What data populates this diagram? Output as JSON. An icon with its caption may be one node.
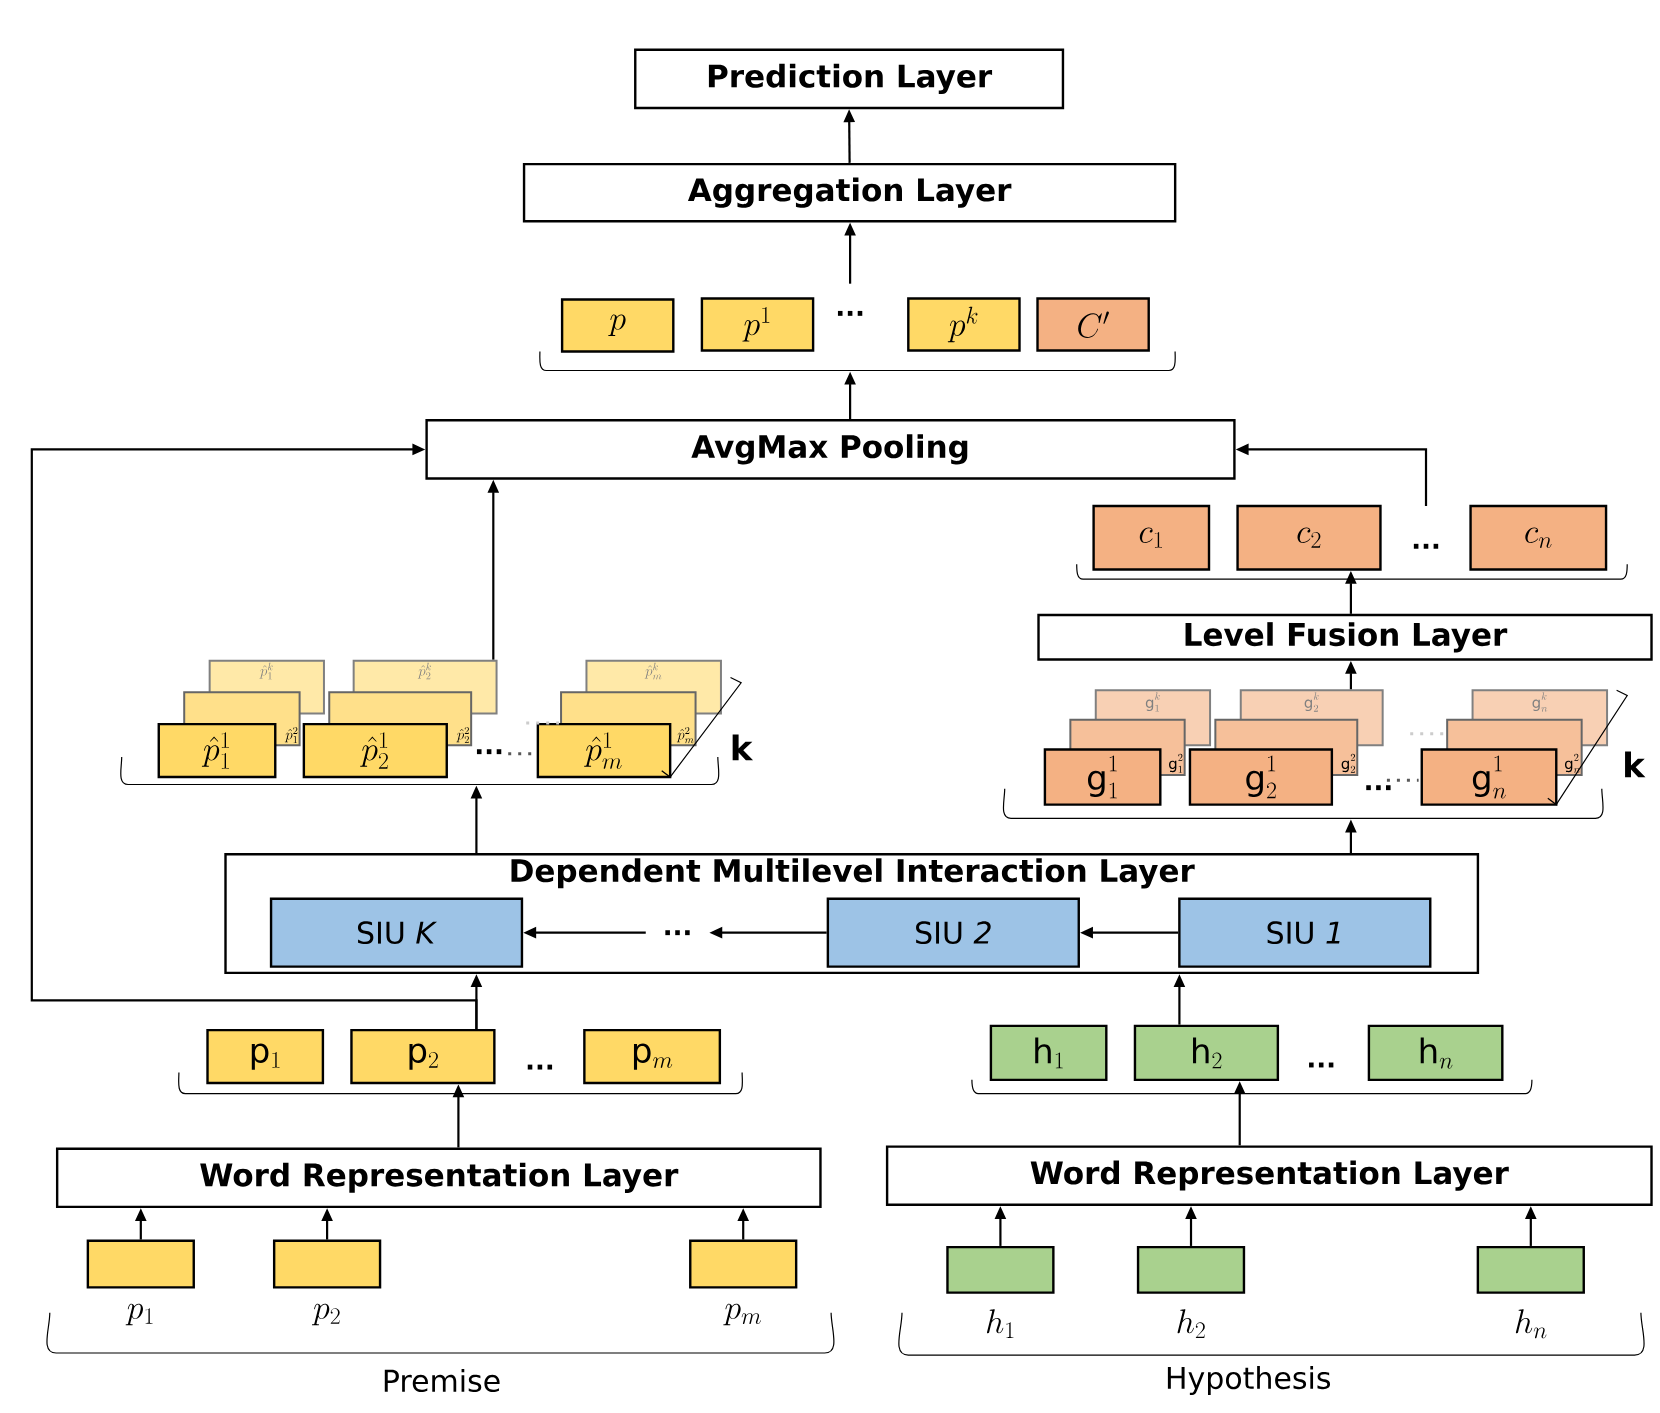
{
  "diagram": {
    "nodes": [
      {
        "text": [
          "Prediction Layer"
        ]
      },
      {
        "text": [
          "Aggregation Layer"
        ]
      },
      {
        "text": [
          "p"
        ]
      },
      {
        "text": [
          "p^{1}"
        ]
      },
      {
        "text": [
          "p^{k}"
        ]
      },
      {
        "text": [
          "C'"
        ]
      },
      {
        "text": [
          "AvgMax Pooling"
        ]
      },
      {
        "text": [
          "c_{1}"
        ]
      },
      {
        "text": [
          "c_{2}"
        ]
      },
      {
        "text": [
          "c_{n}"
        ]
      },
      {
        "text": [
          "Level Fusion Layer"
        ]
      },
      {
        "text": [
          "\\hat{p}_{1}^{1}"
        ]
      },
      {
        "text": [
          "\\hat{p}_{1}^{2}"
        ]
      },
      {
        "text": [
          "\\hat{p}_{1}^{k}"
        ]
      },
      {
        "text": [
          "\\hat{p}_{2}^{1}"
        ]
      },
      {
        "text": [
          "\\hat{p}_{2}^{2}"
        ]
      },
      {
        "text": [
          "\\hat{p}_{2}^{k}"
        ]
      },
      {
        "text": [
          "\\hat{p}_{m}^{1}"
        ]
      },
      {
        "text": [
          "\\hat{p}_{m}^{2}"
        ]
      },
      {
        "text": [
          "\\hat{p}_{m}^{k}"
        ]
      },
      {
        "text": [
          "\\mathrm{g}_{1}^{1}"
        ]
      },
      {
        "text": [
          "\\mathrm{g}_{1}^{2}"
        ]
      },
      {
        "text": [
          "\\mathrm{g}_{1}^{k}"
        ]
      },
      {
        "text": [
          "\\mathrm{g}_{2}^{1}"
        ]
      },
      {
        "text": [
          "\\mathrm{g}_{2}^{2}"
        ]
      },
      {
        "text": [
          "\\mathrm{g}_{2}^{k}"
        ]
      },
      {
        "text": [
          "\\mathrm{g}_{n}^{1}"
        ]
      },
      {
        "text": [
          "\\mathrm{g}_{n}^{2}"
        ]
      },
      {
        "text": [
          "\\mathrm{g}_{n}^{k}"
        ]
      },
      {
        "text": [
          "Dependent Multilevel Interaction Layer"
        ]
      },
      {
        "text": [
          "SIU *K*"
        ],
        "in": 29
      },
      {
        "text": [
          "..."
        ],
        "in": 29
      },
      {
        "text": [
          "SIU *2*"
        ],
        "in": 29
      },
      {
        "text": [
          "SIU *1*"
        ],
        "in": 29
      },
      {
        "text": [
          "\\mathrm{p}_{1}"
        ]
      },
      {
        "text": [
          "\\mathrm{p}_{2}"
        ]
      },
      {
        "text": [
          "\\mathrm{p}_{m}"
        ]
      },
      {
        "text": [
          "\\mathrm{h}_{1}"
        ]
      },
      {
        "text": [
          "\\mathrm{h}_{2}"
        ]
      },
      {
        "text": [
          "\\mathrm{h}_{n}"
        ]
      },
      {
        "text": [
          "Word Representation Layer"
        ]
      },
      {
        "text": [
          "Word Representation Layer"
        ]
      },
      {
        "text": [],
        "shape": "box",
        "beside": [
          "p_{1}"
        ]
      },
      {
        "text": [],
        "shape": "box",
        "beside": [
          "p_{2}"
        ]
      },
      {
        "text": [],
        "shape": "box",
        "beside": [
          "p_{m}"
        ]
      },
      {
        "text": [],
        "shape": "box",
        "beside": [
          "h_{1}"
        ]
      },
      {
        "text": [],
        "shape": "box",
        "beside": [
          "h_{2}"
        ]
      },
      {
        "text": [],
        "shape": "box",
        "beside": [
          "h_{n}"
        ]
      }
    ],
    "edges": [
      {
        "from": 1,
        "to": 0,
        "arrow": "to"
      },
      {
        "from": null,
        "to": 1,
        "arrow": "to"
      },
      {
        "from": 6,
        "to": null,
        "arrow": "to"
      },
      {
        "from": 16,
        "to": 6,
        "arrow": "to"
      },
      {
        "from": 35,
        "to": 6,
        "arrow": "to"
      },
      {
        "from": null,
        "to": 6,
        "arrow": "to"
      },
      {
        "from": 29,
        "to": null,
        "arrow": "to"
      },
      {
        "from": 29,
        "to": null,
        "arrow": "to"
      },
      {
        "from": 25,
        "to": 10,
        "arrow": "to"
      },
      {
        "from": 10,
        "to": 8,
        "arrow": "to"
      },
      {
        "from": 33,
        "to": 32,
        "arrow": "to"
      },
      {
        "from": 32,
        "to": 31,
        "arrow": "to"
      },
      {
        "from": 31,
        "to": 30,
        "arrow": "to"
      },
      {
        "from": 35,
        "to": 29,
        "arrow": "to"
      },
      {
        "from": 38,
        "to": 29,
        "arrow": "to"
      },
      {
        "from": 40,
        "to": 35,
        "arrow": "to"
      },
      {
        "from": 41,
        "to": 38,
        "arrow": "to"
      },
      {
        "from": 42,
        "to": 40,
        "arrow": "to"
      },
      {
        "from": 43,
        "to": 40,
        "arrow": "to"
      },
      {
        "from": 44,
        "to": 40,
        "arrow": "to"
      },
      {
        "from": 45,
        "to": 41,
        "arrow": "to"
      },
      {
        "from": 46,
        "to": 41,
        "arrow": "to"
      },
      {
        "from": 47,
        "to": 41,
        "arrow": "to"
      }
    ],
    "labels": [
      "...",
      "...",
      "...",
      "k",
      "...",
      "k",
      "...",
      "...",
      "Premise",
      "Hypothesis"
    ]
  }
}
